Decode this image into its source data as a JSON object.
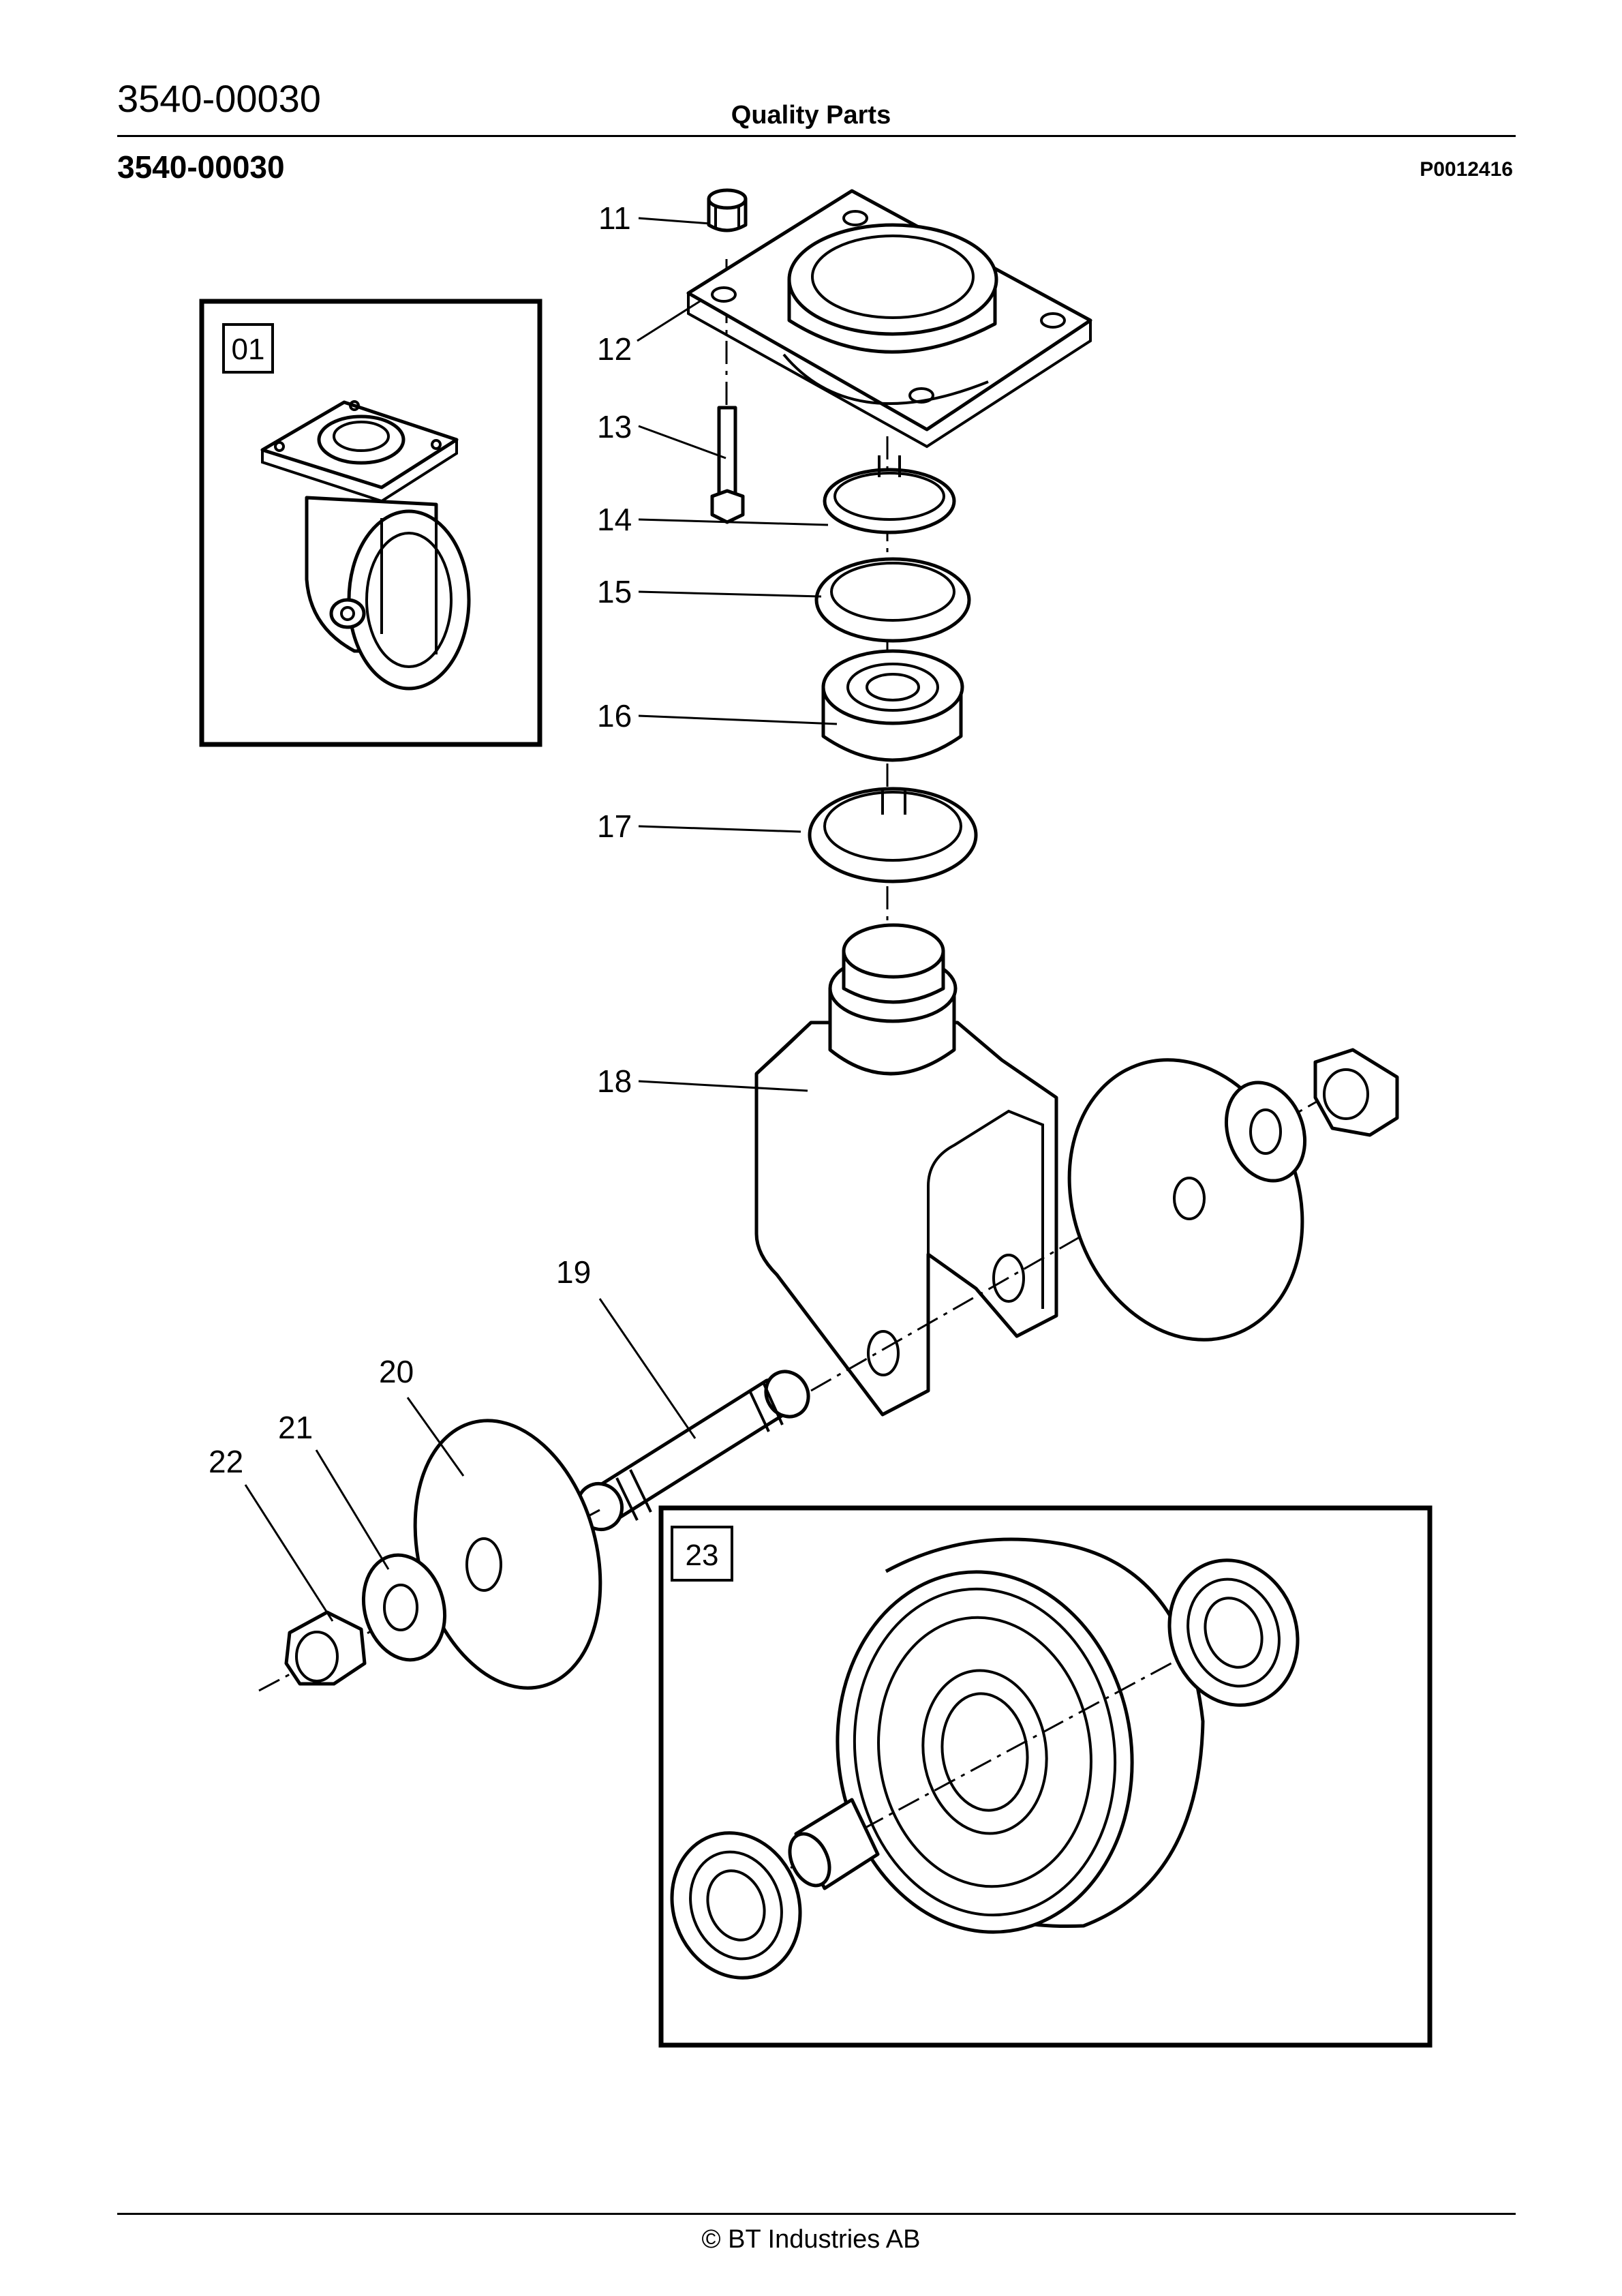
{
  "header": {
    "doc_number": "3540-00030",
    "category": "Quality Parts",
    "doc_number_bold": "3540-00030",
    "drawing_ref": "P0012416"
  },
  "footer": {
    "copyright": "© BT Industries AB"
  },
  "diagram": {
    "callouts": [
      "11",
      "12",
      "13",
      "14",
      "15",
      "16",
      "17",
      "18",
      "19",
      "20",
      "21",
      "22"
    ],
    "boxes": [
      "01",
      "23"
    ]
  }
}
